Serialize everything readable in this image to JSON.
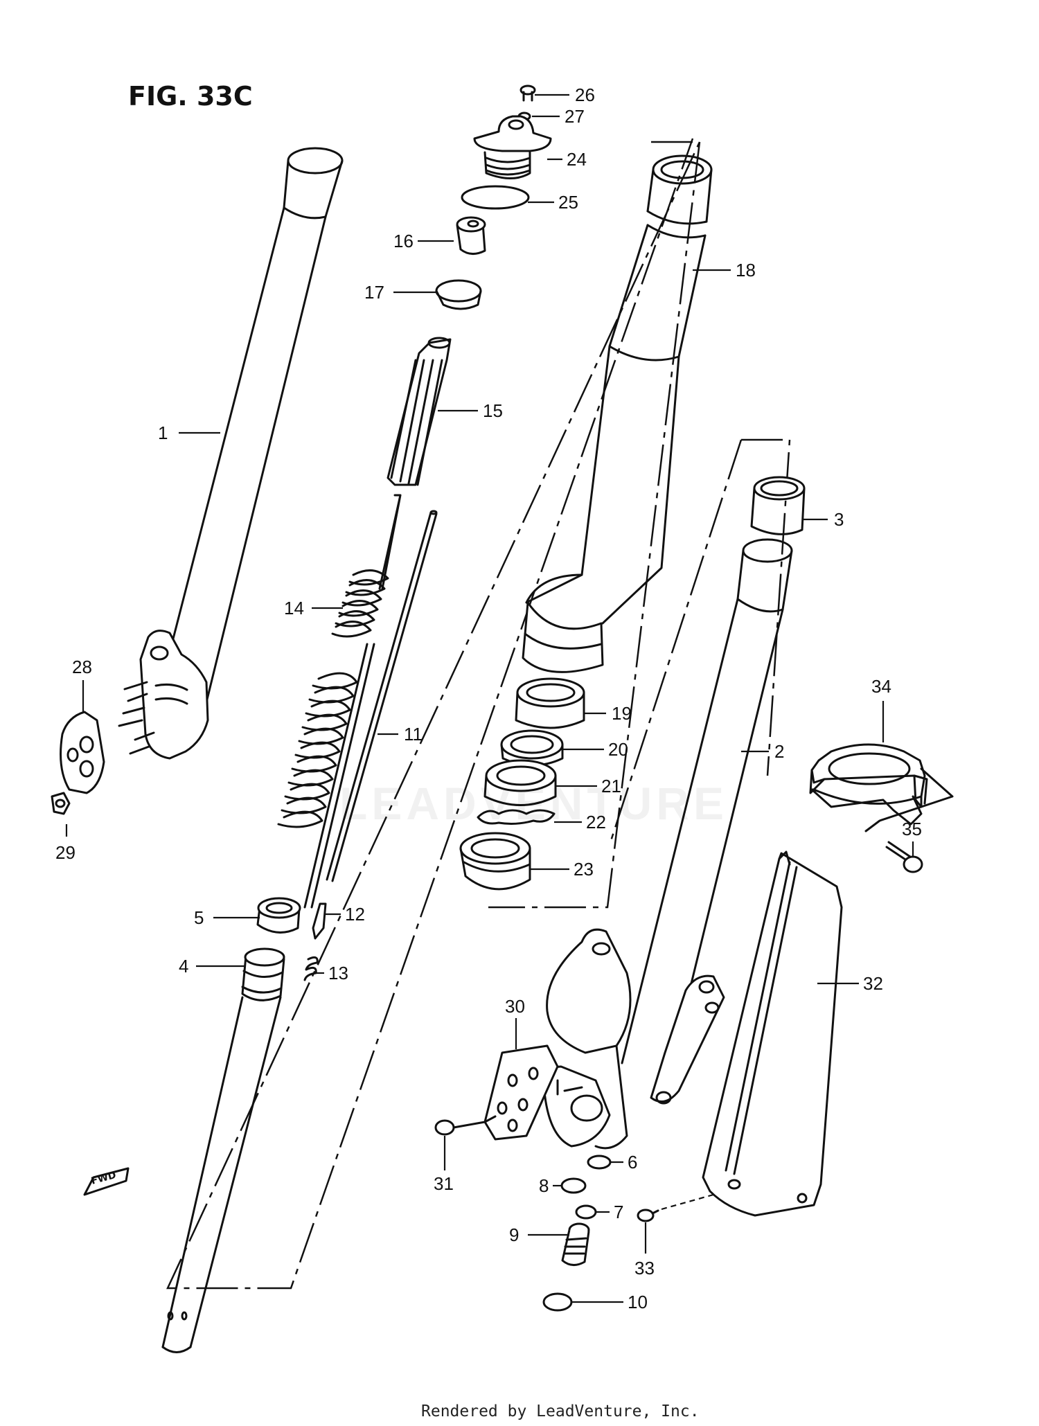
{
  "figure": {
    "title": "FIG. 33C",
    "watermark": "LEADVENTURE",
    "footer": "Rendered by LeadVenture, Inc.",
    "fwd_label": "FWD"
  },
  "callouts": [
    {
      "id": "1",
      "label": "1"
    },
    {
      "id": "2",
      "label": "2"
    },
    {
      "id": "3",
      "label": "3"
    },
    {
      "id": "4",
      "label": "4"
    },
    {
      "id": "5",
      "label": "5"
    },
    {
      "id": "6",
      "label": "6"
    },
    {
      "id": "7",
      "label": "7"
    },
    {
      "id": "8",
      "label": "8"
    },
    {
      "id": "9",
      "label": "9"
    },
    {
      "id": "10",
      "label": "10"
    },
    {
      "id": "11",
      "label": "11"
    },
    {
      "id": "12",
      "label": "12"
    },
    {
      "id": "13",
      "label": "13"
    },
    {
      "id": "14",
      "label": "14"
    },
    {
      "id": "15",
      "label": "15"
    },
    {
      "id": "16",
      "label": "16"
    },
    {
      "id": "17",
      "label": "17"
    },
    {
      "id": "18",
      "label": "18"
    },
    {
      "id": "19",
      "label": "19"
    },
    {
      "id": "20",
      "label": "20"
    },
    {
      "id": "21",
      "label": "21"
    },
    {
      "id": "22",
      "label": "22"
    },
    {
      "id": "23",
      "label": "23"
    },
    {
      "id": "24",
      "label": "24"
    },
    {
      "id": "25",
      "label": "25"
    },
    {
      "id": "26",
      "label": "26"
    },
    {
      "id": "27",
      "label": "27"
    },
    {
      "id": "28",
      "label": "28"
    },
    {
      "id": "29",
      "label": "29"
    },
    {
      "id": "30",
      "label": "30"
    },
    {
      "id": "31",
      "label": "31"
    },
    {
      "id": "32",
      "label": "32"
    },
    {
      "id": "33",
      "label": "33"
    },
    {
      "id": "34",
      "label": "34"
    },
    {
      "id": "35",
      "label": "35"
    }
  ]
}
